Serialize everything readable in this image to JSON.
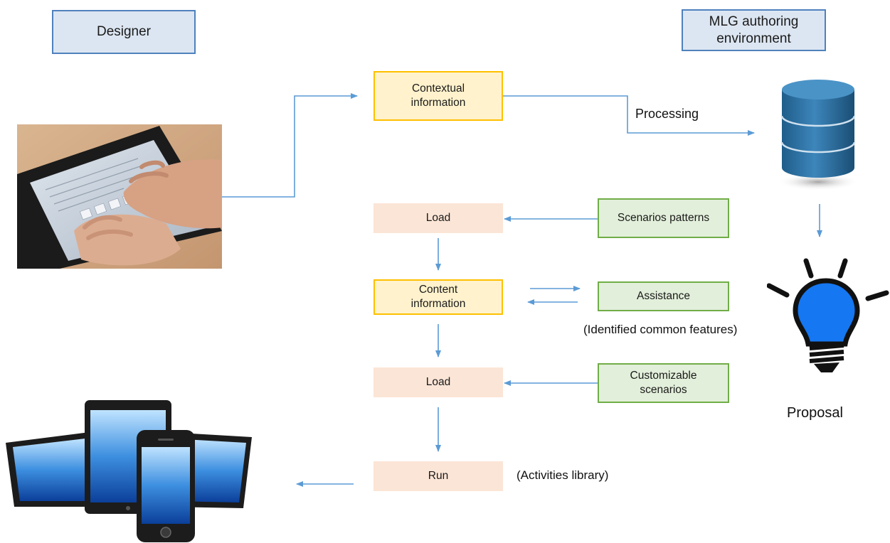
{
  "actors": {
    "designer": "Designer",
    "environment": "MLG authoring environment"
  },
  "nodes": {
    "contextual_info": "Contextual information",
    "load_1": "Load",
    "content_info": "Content information",
    "load_2": "Load",
    "run": "Run",
    "scenarios_patterns": "Scenarios patterns",
    "assistance": "Assistance",
    "customizable_scenarios": "Customizable scenarios"
  },
  "labels": {
    "processing": "Processing",
    "identified_features": "(Identified common features)",
    "activities_library": "(Activities library)",
    "proposal": "Proposal"
  },
  "colors": {
    "arrow": "#5b9bd5",
    "blue_fill": "#dce6f2",
    "blue_border": "#4f81bd",
    "yellow_fill": "#fff2cc",
    "yellow_border": "#ffc000",
    "peach_fill": "#fbe5d6",
    "green_fill": "#e2efda",
    "green_border": "#70ad47"
  },
  "icons": {
    "tablet_photo": "tablet-typing-photo-icon",
    "database": "database-cylinder-icon",
    "lightbulb": "lightbulb-icon",
    "devices": "mobile-devices-icon"
  }
}
